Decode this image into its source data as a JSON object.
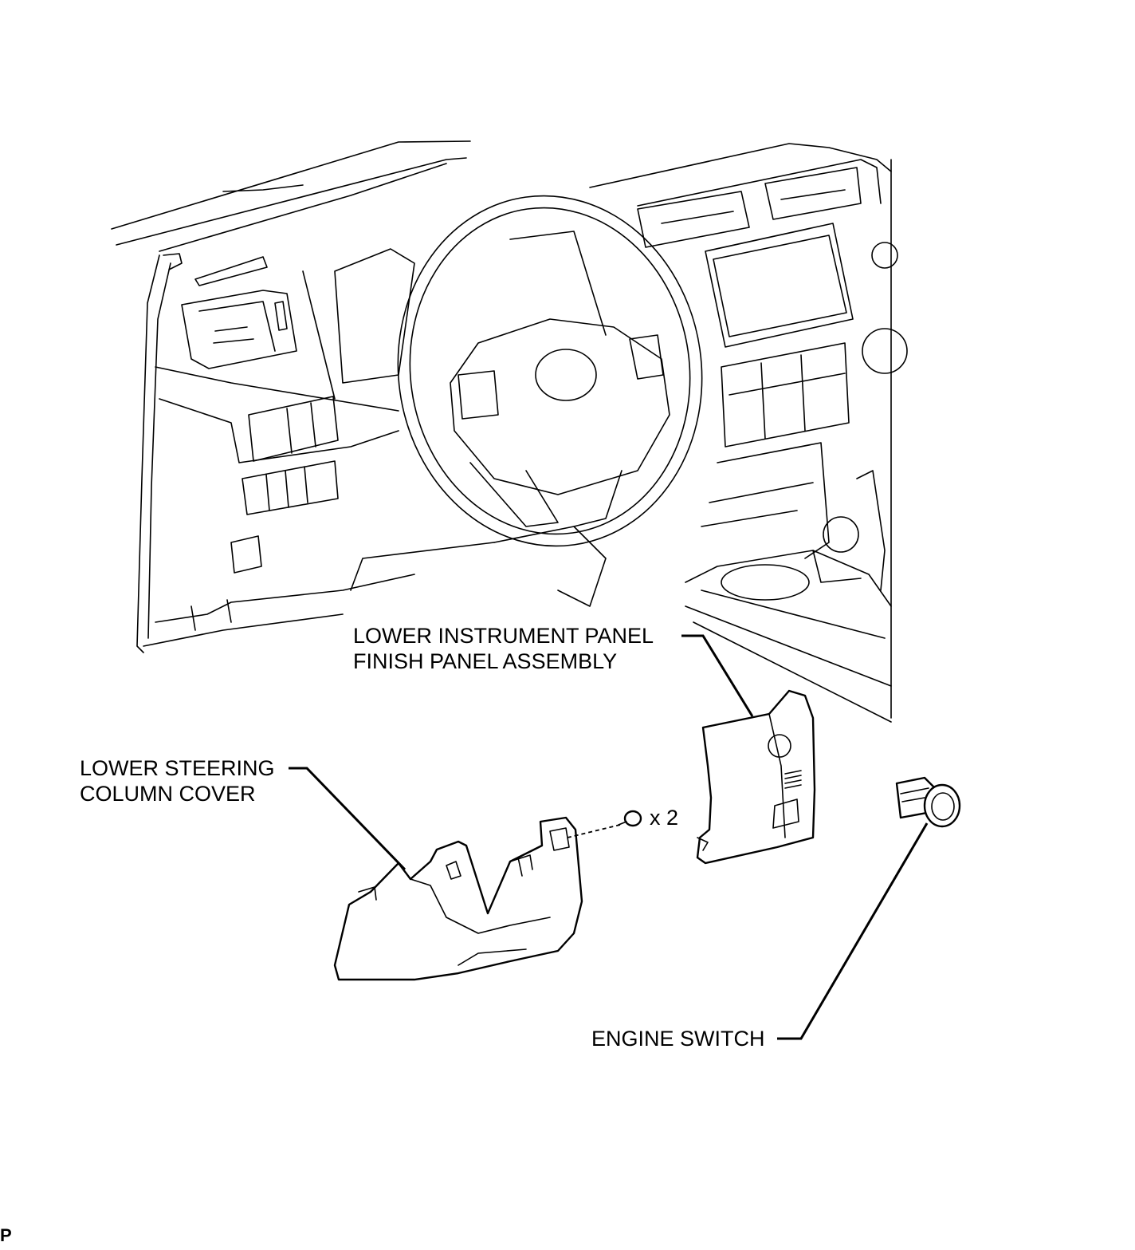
{
  "labels": {
    "lower_instrument_panel_line1": "LOWER INSTRUMENT PANEL",
    "lower_instrument_panel_line2": "FINISH PANEL ASSEMBLY",
    "lower_steering_cover_line1": "LOWER STEERING",
    "lower_steering_cover_line2": "COLUMN COVER",
    "engine_switch": "ENGINE SWITCH",
    "screw_quantity": "x 2"
  },
  "corner_mark": "P"
}
